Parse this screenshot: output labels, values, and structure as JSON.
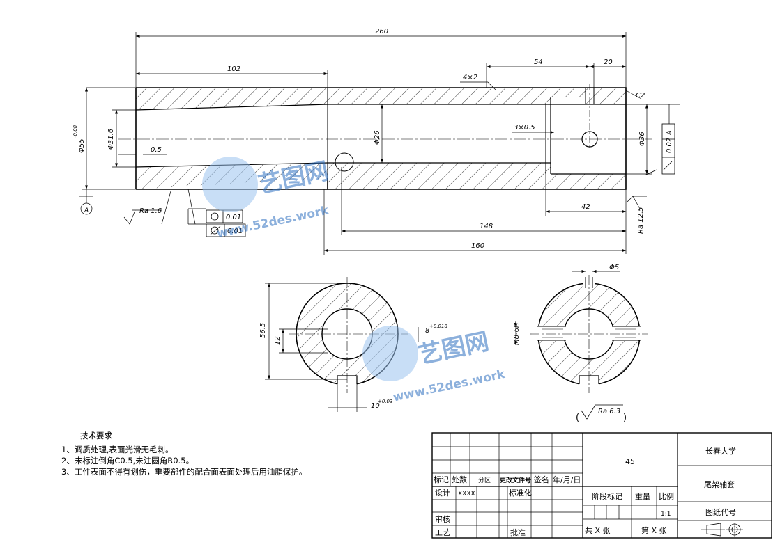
{
  "dimensions": {
    "overall_length": "260",
    "bore_length": "102",
    "slot_length": "54",
    "end_length": "20",
    "chamfer_slot": "4×2",
    "chamfer_end": "C2",
    "outer_diameter": "Φ55",
    "outer_tolerance": "-0.08",
    "bore_diameter": "Φ31.6",
    "inner_diameter": "Φ26",
    "groove": "3×0.5",
    "end_diameter": "Φ36",
    "step_offset": "0.5",
    "end_bore_length": "42",
    "length_148": "148",
    "length_160": "160",
    "section_height": "56.5",
    "key_width": "12",
    "slot_width": "8",
    "slot_width_tol": "+0.018",
    "keyway_width": "10",
    "keyway_tol": "+0.03",
    "pin_hole": "Φ5",
    "thread": "M8-6H"
  },
  "tolerances": {
    "circularity": "0.01",
    "cylindricity": "0.01",
    "runout_value": "0.02",
    "runout_datum": "A",
    "datum": "A"
  },
  "roughness": {
    "ra_16": "Ra 1.6",
    "ra_125": "Ra 12.5",
    "ra_63": "Ra 6.3"
  },
  "notes": {
    "title": "技术要求",
    "items": [
      "1、调质处理,表面光滑无毛刺。",
      "2、未标注倒角C0.5,未注圆角R0.5。",
      "3、工件表面不得有划伤，重要部件的配合面表面处理后用油脂保护。"
    ]
  },
  "title_block": {
    "material": "45",
    "school": "长春大学",
    "part_name": "尾架轴套",
    "drawing_no_label": "图纸代号",
    "h_mark": "标记",
    "h_qty": "处数",
    "h_zone": "分区",
    "h_doc": "更改文件号",
    "h_sign": "签名",
    "h_date": "年/月/日",
    "designer_label": "设计",
    "designer_value": "XXXX",
    "standard_label": "标准化",
    "review_label": "审核",
    "process_label": "工艺",
    "approve_label": "批准",
    "stage_label": "阶段标记",
    "weight_label": "重量",
    "scale_label": "比例",
    "scale_value": "1:1",
    "sheets_total": "共 X 张",
    "sheet_no": "第 X 张"
  },
  "watermark": {
    "brand": "艺图网",
    "url": "www.52des.work"
  }
}
